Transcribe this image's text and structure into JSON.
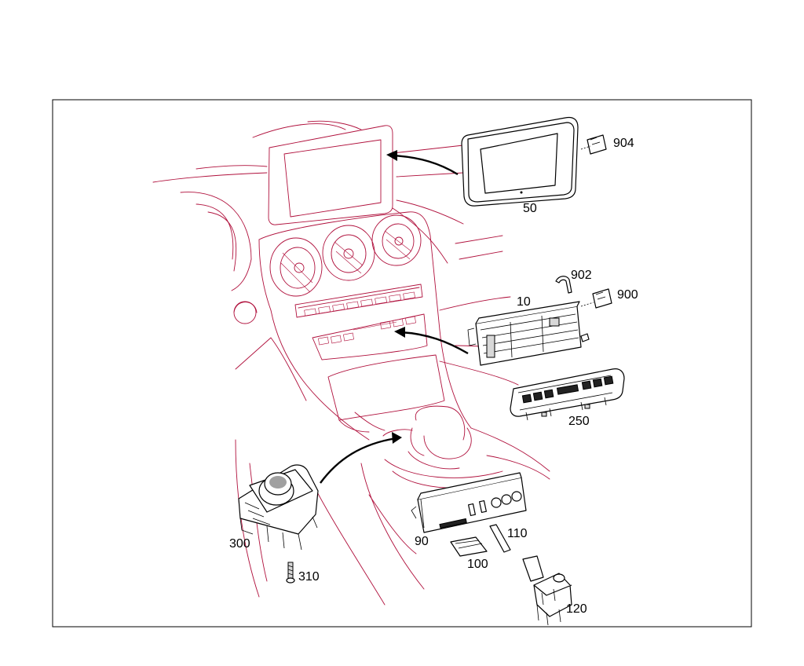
{
  "callouts": {
    "p904": "904",
    "p50": "50",
    "p902": "902",
    "p900": "900",
    "p10": "10",
    "p250": "250",
    "p300": "300",
    "p310": "310",
    "p90": "90",
    "p110": "110",
    "p100": "100",
    "p120": "120"
  },
  "colors": {
    "context_lines": "#b0103c",
    "parts": "#000000",
    "background": "#ffffff"
  }
}
